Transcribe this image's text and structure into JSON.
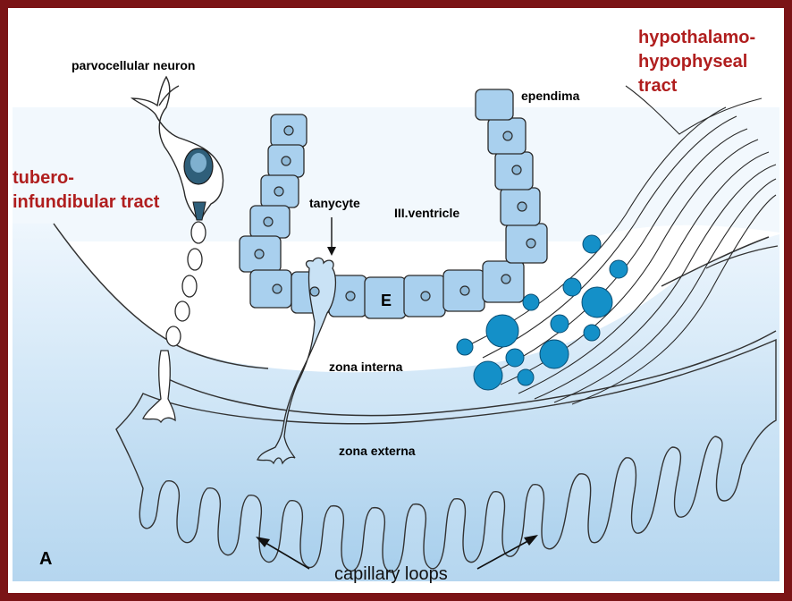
{
  "labels": {
    "parvocellular": "parvocellular neuron",
    "ependima": "ependima",
    "tanycyte": "tanycyte",
    "ventricle": "III.ventricle",
    "zona_interna": "zona interna",
    "zona_externa": "zona externa",
    "cell_e": "E",
    "capillary": "capillary loops",
    "panel": "A"
  },
  "tracts": {
    "tubero_line1": "tubero-",
    "tubero_line2": "infundibular tract",
    "hypo_line1": "hypothalamo-",
    "hypo_line2": "hypophyseal",
    "hypo_line3": "tract"
  },
  "colors": {
    "frame": "#7b1416",
    "tract_red": "#b01e1e",
    "tissue_light": "#dcecf9",
    "tissue_mid": "#b9d8f0",
    "cell_fill": "#a9d0ee",
    "granule": "#1490c8"
  }
}
